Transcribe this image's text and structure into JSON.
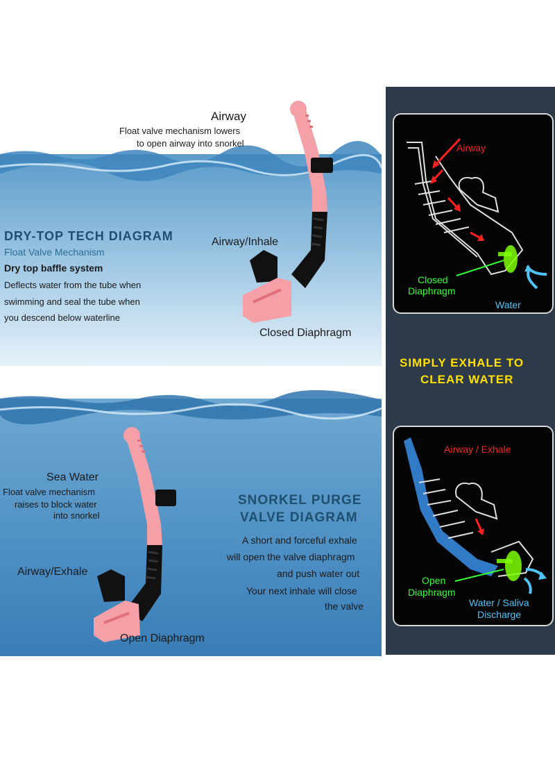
{
  "top_panel": {
    "airway_title": "Airway",
    "airway_desc_1": "Float valve mechanism lowers",
    "airway_desc_2": "to open airway into snorkel",
    "heading": "DRY-TOP TECH DIAGRAM",
    "subheading": "Float Valve Mechanism",
    "system_title": "Dry top baffle system",
    "desc_1": "Deflects water from the tube when",
    "desc_2": "swimming and seal the tube when",
    "desc_3": "you descend below waterline",
    "inhale_label": "Airway/Inhale",
    "diaphragm_label": "Closed Diaphragm"
  },
  "bottom_panel": {
    "sea_water_title": "Sea Water",
    "sea_desc_1": "Float valve mechanism",
    "sea_desc_2": "raises to block water",
    "sea_desc_3": "into snorkel",
    "heading_1": "SNORKEL PURGE",
    "heading_2": "VALVE DIAGRAM",
    "desc_1": "A short and forceful exhale",
    "desc_2": "will open the valve diaphragm",
    "desc_3": "and push water out",
    "desc_4": "Your next inhale will close",
    "desc_5": "the valve",
    "exhale_label": "Airway/Exhale",
    "diaphragm_label": "Open Diaphragm"
  },
  "right_panel": {
    "top_box": {
      "airway": "Airway",
      "closed_1": "Closed",
      "closed_2": "Diaphragm",
      "water": "Water"
    },
    "middle_1": "SIMPLY EXHALE TO",
    "middle_2": "CLEAR WATER",
    "bottom_box": {
      "airway_exhale": "Airway / Exhale",
      "open_1": "Open",
      "open_2": "Diaphragm",
      "discharge_1": "Water / Saliva",
      "discharge_2": "Discharge"
    }
  },
  "colors": {
    "heading_blue": "#1f4e6e",
    "sub_blue": "#2c6f92",
    "snorkel_pink": "#f4a0a6",
    "snorkel_black": "#111111",
    "right_bg": "#2d3a4a",
    "yellow": "#ffe000",
    "red_label": "#ff2020",
    "green_label": "#33ff33",
    "cyan_label": "#4fc3f7"
  }
}
